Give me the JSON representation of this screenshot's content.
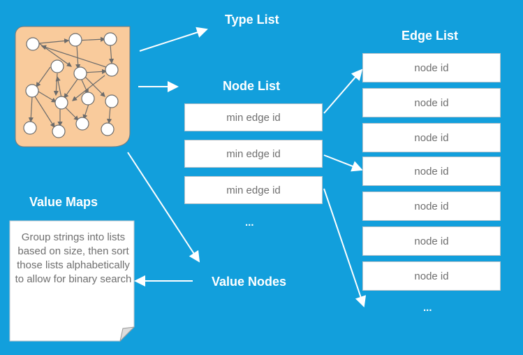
{
  "headings": {
    "type_list": "Type List",
    "edge_list": "Edge List",
    "node_list": "Node List",
    "value_maps": "Value Maps",
    "value_nodes": "Value Nodes"
  },
  "node_list": {
    "items": [
      "min edge id",
      "min edge id",
      "min edge id"
    ],
    "more": "..."
  },
  "edge_list": {
    "items": [
      "node id",
      "node id",
      "node id",
      "node id",
      "node id",
      "node id",
      "node id"
    ],
    "more": "..."
  },
  "value_maps_note": "Group strings into lists based on size, then sort those lists alphabetically to allow for binary search",
  "colors": {
    "background": "#129fdc",
    "graph_panel": "#f9cb9c",
    "box_fill": "#ffffff",
    "box_text": "#6f6f6f",
    "heading_text": "#ffffff"
  }
}
